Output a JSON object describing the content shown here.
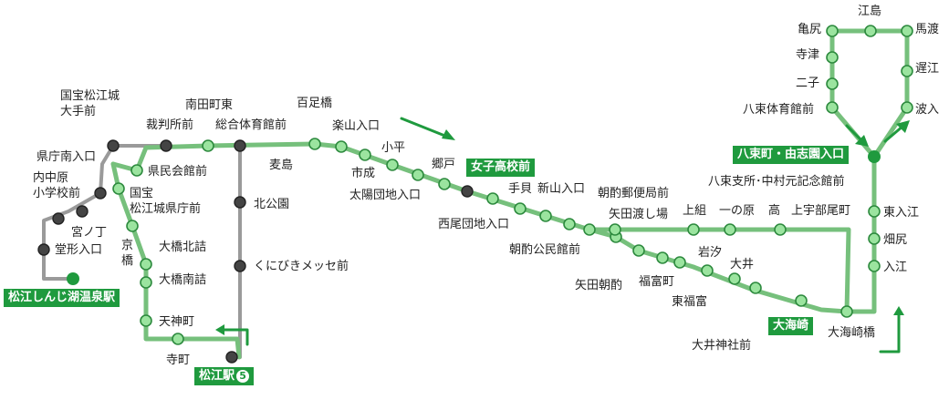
{
  "colors": {
    "route": "#76c07c",
    "grey": "#9a9a9a",
    "accent": "#1f9a3e",
    "stop_fill": "#9be49f",
    "stop_stroke": "#2d8a3e",
    "grey_stop": "#444444"
  },
  "labels": {
    "matsue_shinji": "松江しんじ湖温泉駅",
    "matsue_st": "松江駅",
    "matsue_st_num": "5",
    "joshi_kokomae": "女子高校前",
    "yatsuka": "八束町・由志園入口",
    "oumisaki": "大海崎",
    "kokuhou": "国宝松江城",
    "otemae": "大手前",
    "kenchou": "県庁南入口",
    "uchinakahara": "内中原",
    "shogakkou": "小学校前",
    "miyanocho": "宮ノ丁",
    "dogata": "堂形入口",
    "kenmin": "県民会館前",
    "kokuhou2": "国宝",
    "kenchoumae": "松江城県庁前",
    "kyobashi1": "京",
    "kyobashi2": "橋",
    "ohashikita": "大橋北詰",
    "ohashiminami": "大橋南詰",
    "tenjin": "天神町",
    "teramachi": "寺町",
    "saibansho": "裁判所前",
    "minamitamachi": "南田町東",
    "sougou": "総合体育館前",
    "kitakouen": "北公園",
    "kunibiki": "くにびきメッセ前",
    "mugishima": "麦島",
    "hyakutaru": "百足橋",
    "rakuzan": "楽山入口",
    "ichinari": "市成",
    "kodaira": "小平",
    "taiyou": "太陽団地入口",
    "gouto": "郷戸",
    "nishio": "西尾団地入口",
    "tegai": "手貝",
    "shinyama": "新山入口",
    "asakumi_kouminkan": "朝酌公民館前",
    "asakumi_yuubin": "朝酌郵便局前",
    "yatawatashi": "矢田渡し場",
    "kamigumi": "上組",
    "ichinohara": "一の原",
    "taka": "高",
    "kamiubeo": "上宇部尾町",
    "yatakumi": "矢田朝酌",
    "fukutomi": "福富町",
    "higashifuku": "東福富",
    "iwashio": "岩汐",
    "ooi": "大井",
    "ooijinja": "大井神社前",
    "oumisakibashi": "大海崎橋",
    "kameshiri": "亀尻",
    "ejima": "江島",
    "mawatari": "馬渡",
    "terazu": "寺津",
    "futago": "二子",
    "okie": "遅江",
    "yatsuka_gym": "八束体育館前",
    "namiiri": "波入",
    "yatsuka_shisho": "八束支所･中村元記念館前",
    "higashiirie": "東入江",
    "hatajiri": "畑尻",
    "irie": "入江"
  }
}
